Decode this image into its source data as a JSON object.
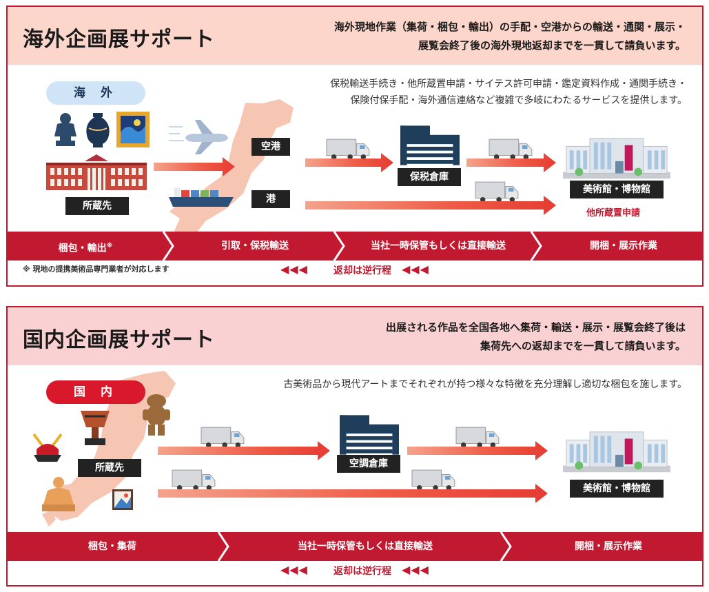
{
  "overseas": {
    "title": "海外企画展サポート",
    "desc_line1": "海外現地作業（集荷・梱包・輸出）の手配・空港からの輸送・通関・展示・",
    "desc_line2": "展覧会終了後の海外現地返却までを一貫して請負います。",
    "sub_line1": "保税輸送手続き・他所蔵置申請・サイテス許可申請・鑑定資料作成・通関手続き・",
    "sub_line2": "保険付保手配・海外通信連絡など複雑で多岐にわたるサービスを提供します。",
    "region": "海 外",
    "source_label": "所蔵先",
    "airport_label": "空港",
    "port_label": "港",
    "warehouse_label": "保税倉庫",
    "museum_label": "美術館・博物館",
    "museum_note": "他所蔵置申請",
    "steps": [
      "梱包・輸出",
      "引取・保税輸送",
      "当社一時保管もしくは直接輸送",
      "開梱・展示作業"
    ],
    "step1_mark": "※",
    "footnote": "※ 現地の提携美術品専門業者が対応します",
    "return_label": "返却は逆行程",
    "return_arrows": "◀◀◀"
  },
  "domestic": {
    "title": "国内企画展サポート",
    "desc_line1": "出展される作品を全国各地へ集荷・輸送・展示・展覧会終了後は",
    "desc_line2": "集荷先への返却までを一貫して請負います。",
    "sub_line1": "古美術品から現代アートまでそれぞれが持つ様々な特徴を充分理解し適切な梱包を施します。",
    "region": "国 内",
    "source_label": "所蔵先",
    "warehouse_label": "空調倉庫",
    "museum_label": "美術館・博物館",
    "steps": [
      "梱包・集荷",
      "当社一時保管もしくは直接輸送",
      "開梱・展示作業"
    ],
    "return_label": "返却は逆行程",
    "return_arrows": "◀◀◀"
  },
  "colors": {
    "accent": "#c11a30",
    "overseas_header": "#fcd6cb",
    "domestic_header": "#f9d1d2",
    "map": "#f7c6b3",
    "label_bg": "#222222",
    "warehouse": "#1f3e5c"
  },
  "icons": [
    "statue-icon",
    "vase-icon",
    "painting-icon",
    "building-icon",
    "airplane-icon",
    "ship-icon",
    "truck-icon",
    "warehouse-icon",
    "museum-icon",
    "helmet-icon",
    "cup-icon",
    "dogu-icon",
    "buddha-icon",
    "japan-map-icon"
  ]
}
